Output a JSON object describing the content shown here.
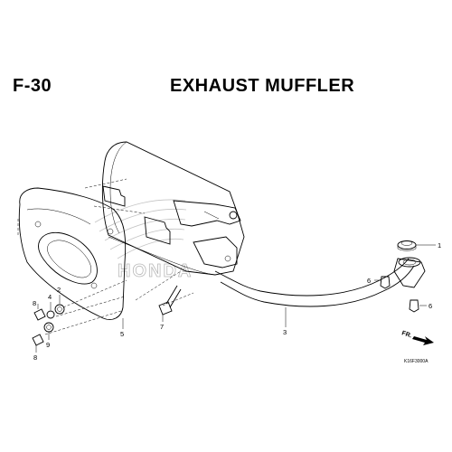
{
  "header": {
    "section_code": "F-30",
    "title": "EXHAUST MUFFLER"
  },
  "brand_watermark": "HONDA",
  "callouts": [
    "1",
    "2",
    "3",
    "4",
    "5",
    "6",
    "6",
    "7",
    "8",
    "8",
    "9"
  ],
  "direction_label": "FR.",
  "drawing_ref": "K16F3000A"
}
